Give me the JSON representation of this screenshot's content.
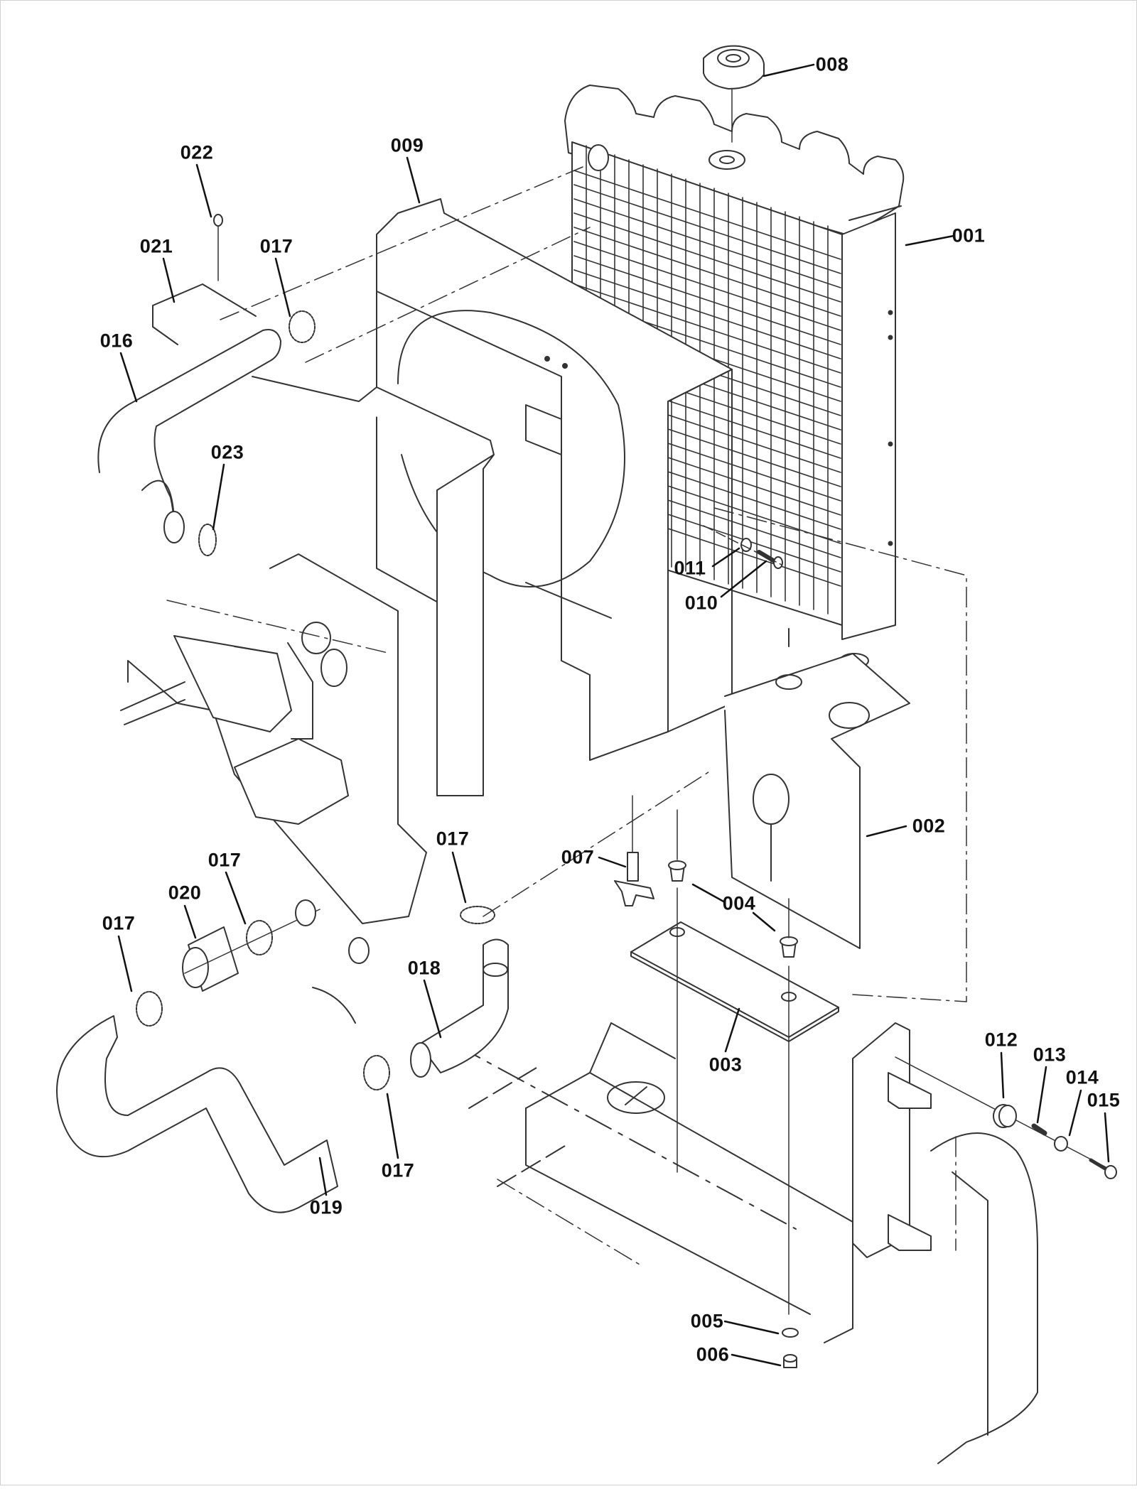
{
  "diagram": {
    "title": "Radiator assembly exploded parts view",
    "type": "exploded-parts-diagram",
    "callouts": [
      {
        "id": "001",
        "label": "001",
        "part": "radiator"
      },
      {
        "id": "002",
        "label": "002",
        "part": "shroud-lower-panel"
      },
      {
        "id": "003",
        "label": "003",
        "part": "mounting-plate"
      },
      {
        "id": "004",
        "label": "004",
        "part": "grommet"
      },
      {
        "id": "005",
        "label": "005",
        "part": "washer"
      },
      {
        "id": "006",
        "label": "006",
        "part": "nut"
      },
      {
        "id": "007",
        "label": "007",
        "part": "drain-cock"
      },
      {
        "id": "008",
        "label": "008",
        "part": "radiator-cap"
      },
      {
        "id": "009",
        "label": "009",
        "part": "fan-shroud"
      },
      {
        "id": "010",
        "label": "010",
        "part": "bolt"
      },
      {
        "id": "011",
        "label": "011",
        "part": "washer"
      },
      {
        "id": "012",
        "label": "012",
        "part": "rubber-mount"
      },
      {
        "id": "013",
        "label": "013",
        "part": "collar"
      },
      {
        "id": "014",
        "label": "014",
        "part": "washer"
      },
      {
        "id": "015",
        "label": "015",
        "part": "bolt"
      },
      {
        "id": "016",
        "label": "016",
        "part": "upper-hose"
      },
      {
        "id": "017a",
        "label": "017",
        "part": "hose-clamp"
      },
      {
        "id": "017b",
        "label": "017",
        "part": "hose-clamp"
      },
      {
        "id": "017c",
        "label": "017",
        "part": "hose-clamp"
      },
      {
        "id": "017d",
        "label": "017",
        "part": "hose-clamp"
      },
      {
        "id": "017e",
        "label": "017",
        "part": "hose-clamp"
      },
      {
        "id": "018",
        "label": "018",
        "part": "lower-hose-elbow"
      },
      {
        "id": "019",
        "label": "019",
        "part": "lower-hose"
      },
      {
        "id": "020",
        "label": "020",
        "part": "hose-coupler"
      },
      {
        "id": "021",
        "label": "021",
        "part": "bracket-plate"
      },
      {
        "id": "022",
        "label": "022",
        "part": "screw"
      },
      {
        "id": "023",
        "label": "023",
        "part": "hose-clamp"
      }
    ]
  }
}
